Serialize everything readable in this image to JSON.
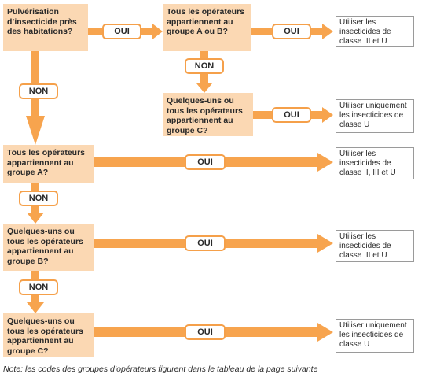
{
  "questions": {
    "q1": "Pulvérisation d’insecticide près des habitations?",
    "q2": "Tous les opérateurs appartiennent au groupe A ou B?",
    "q3": "Quelques-uns ou tous les opérateurs appartiennent au groupe C?",
    "q4": "Tous les opérateurs appartiennent au groupe A?",
    "q5": "Quelques-uns ou tous les opérateurs appartiennent au groupe B?",
    "q6": "Quelques-uns ou tous les opérateurs appartiennent au groupe C?"
  },
  "results": {
    "r1": "Utiliser les insecticides de classe III et U",
    "r2": "Utiliser uniquement les insecticides de classe U",
    "r3": "Utiliser les insecticides de classe II, III et U",
    "r4": "Utiliser les insecticides de classe III et U",
    "r5": "Utiliser uniquement les insecticides de classe U"
  },
  "labels": {
    "yes": "OUI",
    "no": "NON"
  },
  "note": "Note: les codes des groupes d’opérateurs figurent dans le tableau de la page suivante",
  "colors": {
    "question_fill": "#fbd8b3",
    "arrow": "#f5a04a",
    "result_border": "#9a9a9a"
  }
}
